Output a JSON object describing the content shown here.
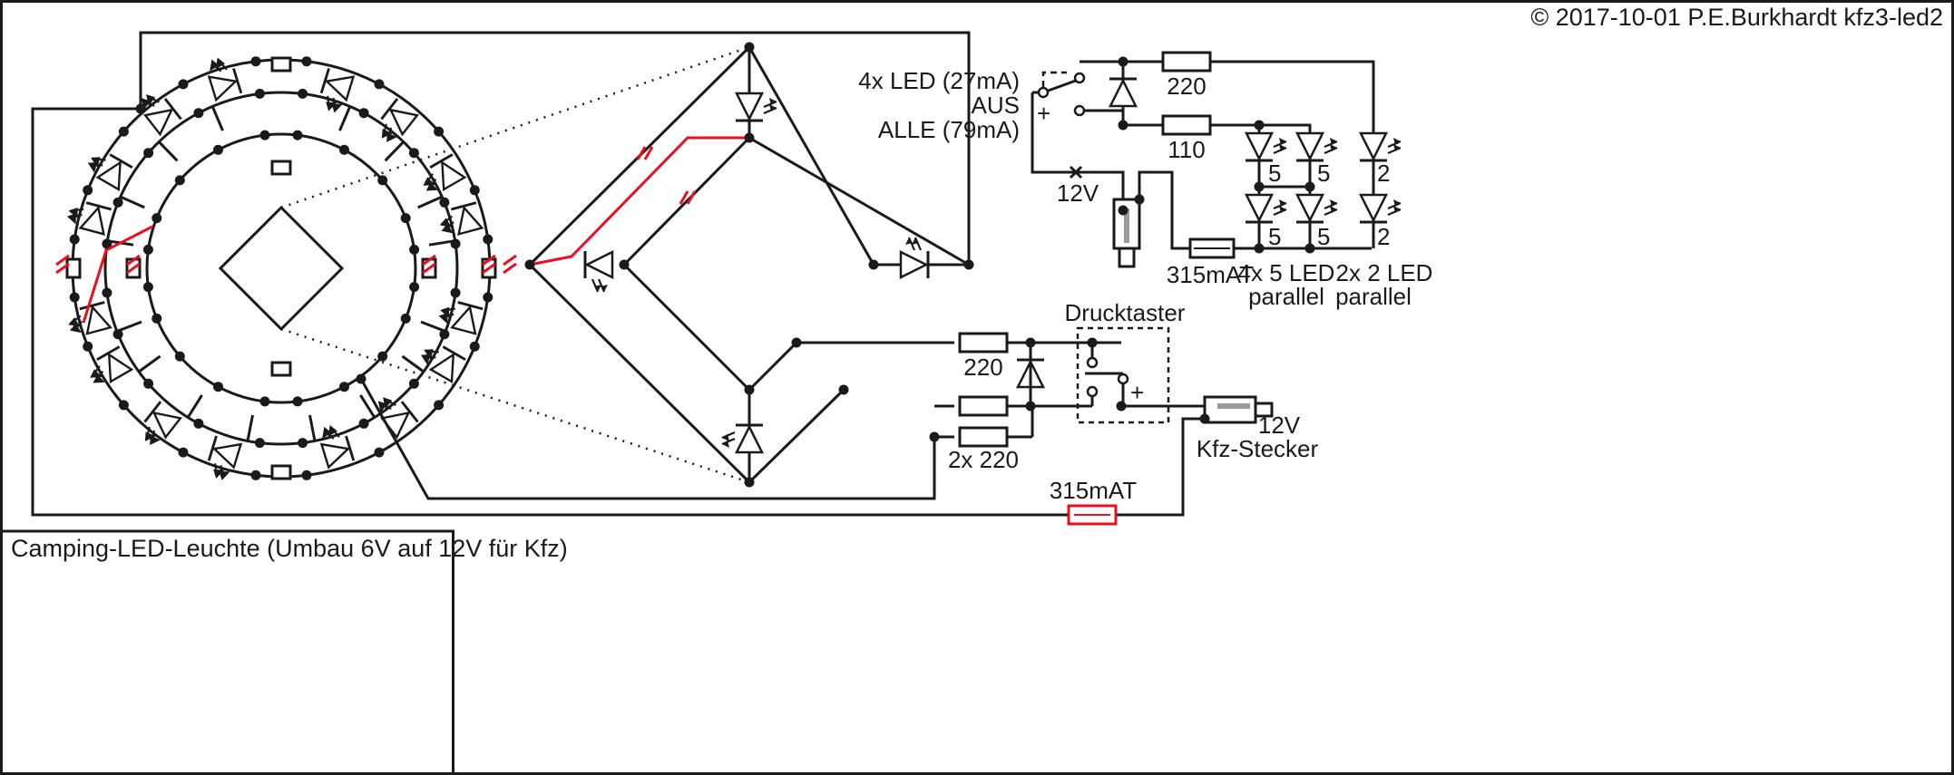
{
  "copyright": "© 2017-10-01 P.E.Burkhardt kfz3-led2",
  "title": "Camping-LED-Leuchte (Umbau 6V auf 12V für Kfz)",
  "switch_labels": {
    "led4": "4x LED (27mA)",
    "aus": "AUS",
    "alle": "ALLE (79mA)"
  },
  "labels": {
    "r220_top": "220",
    "r110": "110",
    "v12_top": "12V",
    "fuse_top": "315mAT",
    "led5_a": "5",
    "led5_b": "5",
    "led5_c": "5",
    "led5_d": "5",
    "led2_a": "2",
    "led2_b": "2",
    "group5_line1": "4x 5 LED",
    "group5_line2": "parallel",
    "group2_line1": "2x 2 LED",
    "group2_line2": "parallel",
    "drucktaster": "Drucktaster",
    "r220_bottom": "220",
    "r2x220": "2x 220",
    "v12_bottom": "12V",
    "kfz_stecker": "Kfz-Stecker",
    "fuse_bottom": "315mAT"
  },
  "colors": {
    "wire": "#1a1a1a",
    "modification": "#e8101e"
  }
}
